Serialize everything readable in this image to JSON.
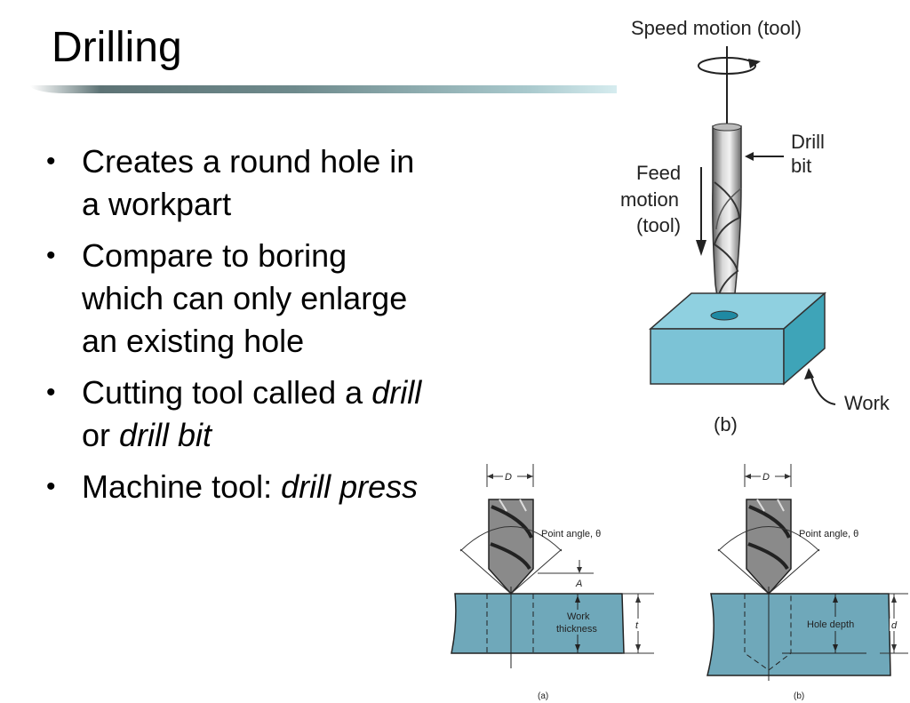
{
  "slide": {
    "title": "Drilling",
    "bullets": [
      {
        "text": "Creates a round hole in a workpart"
      },
      {
        "text": "Compare to boring which can only enlarge an existing hole"
      },
      {
        "pre": "Cutting tool called a ",
        "em1": "drill",
        "mid": " or ",
        "em2": "drill bit"
      },
      {
        "pre": "Machine tool: ",
        "em1": "drill press"
      }
    ],
    "bullet_glyph": "•"
  },
  "figure_top": {
    "speed_label": "Speed motion (tool)",
    "drill_label_1": "Drill",
    "drill_label_2": "bit",
    "feed_label_1": "Feed",
    "feed_label_2": "motion",
    "feed_label_3": "(tool)",
    "work_label": "Work",
    "caption": "(b)"
  },
  "figure_bottom_left": {
    "diameter_label": "D",
    "point_angle_label": "Point angle, θ",
    "a_label": "A",
    "work_thickness_1": "Work",
    "work_thickness_2": "thickness",
    "t_label": "t",
    "caption": "(a)"
  },
  "figure_bottom_right": {
    "diameter_label": "D",
    "point_angle_label": "Point angle, θ",
    "hole_depth_label": "Hole depth",
    "d_label": "d",
    "caption": "(b)"
  },
  "colors": {
    "work_top": "#8fd0e0",
    "work_front": "#7cc3d6",
    "work_side": "#3ea4b8",
    "section_fill": "#6fa8ba"
  }
}
